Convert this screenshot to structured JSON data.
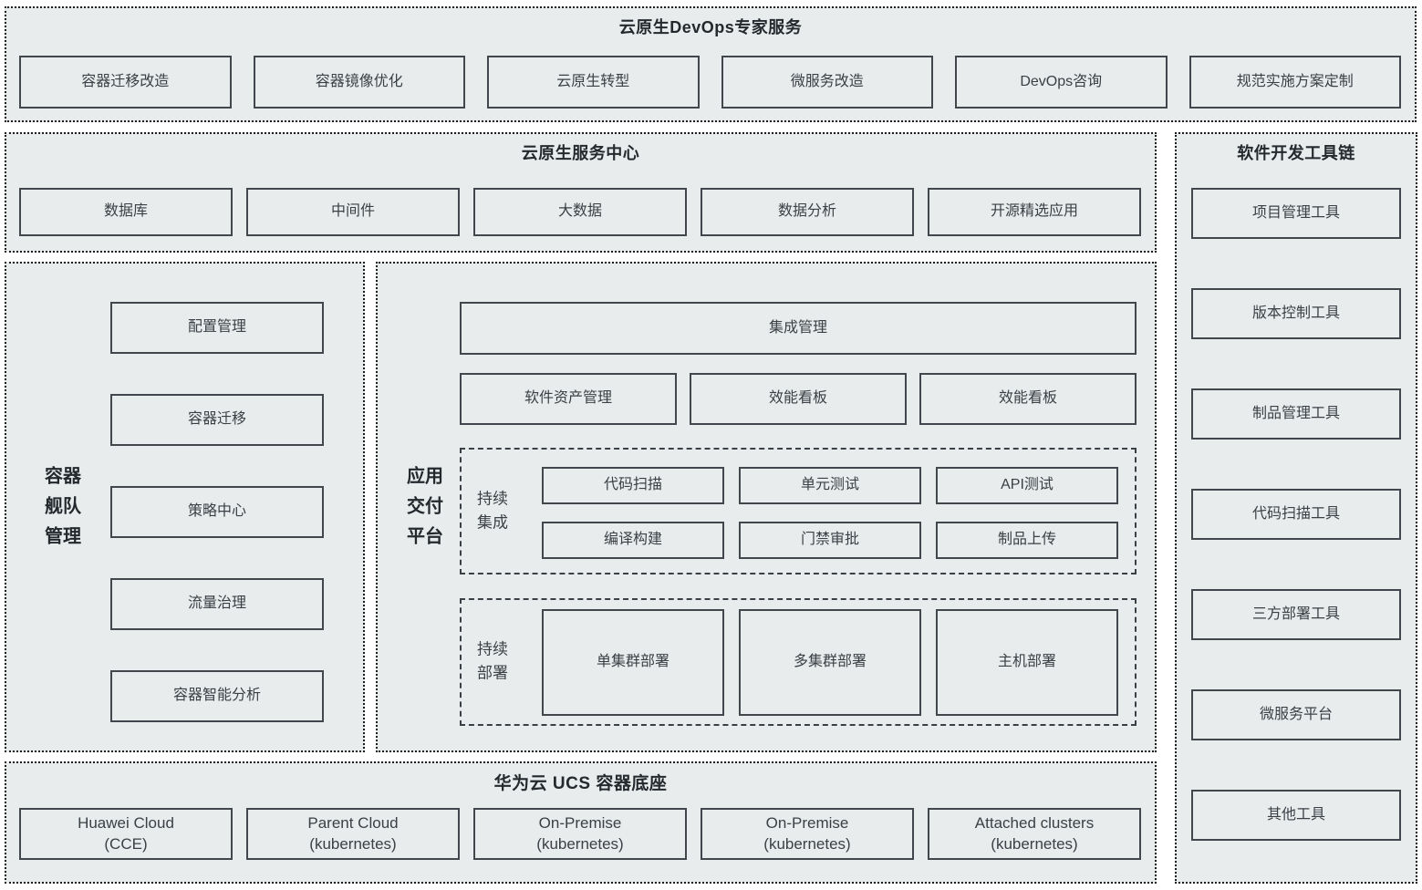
{
  "colors": {
    "section_bg": "#e9eced",
    "box_border": "#42474d",
    "dotted_border": "#1c1c1c",
    "dashed_border": "#3a4046",
    "text": "#3a4045"
  },
  "expert": {
    "title": "云原生DevOps专家服务",
    "items": [
      "容器迁移改造",
      "容器镜像优化",
      "云原生转型",
      "微服务改造",
      "DevOps咨询",
      "规范实施方案定制"
    ]
  },
  "service_center": {
    "title": "云原生服务中心",
    "items": [
      "数据库",
      "中间件",
      "大数据",
      "数据分析",
      "开源精选应用"
    ]
  },
  "toolchain": {
    "title": "软件开发工具链",
    "items": [
      "项目管理工具",
      "版本控制工具",
      "制品管理工具",
      "代码扫描工具",
      "三方部署工具",
      "微服务平台",
      "其他工具"
    ]
  },
  "fleet": {
    "title_lines": [
      "容器",
      "舰队",
      "管理"
    ],
    "items": [
      "配置管理",
      "容器迁移",
      "策略中心",
      "流量治理",
      "容器智能分析"
    ]
  },
  "delivery": {
    "title_lines": [
      "应用",
      "交付",
      "平台"
    ],
    "integration": "集成管理",
    "row2": [
      "软件资产管理",
      "效能看板",
      "效能看板"
    ],
    "ci": {
      "label_lines": [
        "持续",
        "集成"
      ],
      "items": [
        "代码扫描",
        "单元测试",
        "API测试",
        "编译构建",
        "门禁审批",
        "制品上传"
      ]
    },
    "cd": {
      "label_lines": [
        "持续",
        "部署"
      ],
      "items": [
        "单集群部署",
        "多集群部署",
        "主机部署"
      ]
    }
  },
  "ucs": {
    "title": "华为云 UCS 容器底座",
    "items": [
      {
        "line1": "Huawei Cloud",
        "line2": "(CCE)"
      },
      {
        "line1": "Parent Cloud",
        "line2": "(kubernetes)"
      },
      {
        "line1": "On-Premise",
        "line2": "(kubernetes)"
      },
      {
        "line1": "On-Premise",
        "line2": "(kubernetes)"
      },
      {
        "line1": "Attached clusters",
        "line2": "(kubernetes)"
      }
    ]
  }
}
